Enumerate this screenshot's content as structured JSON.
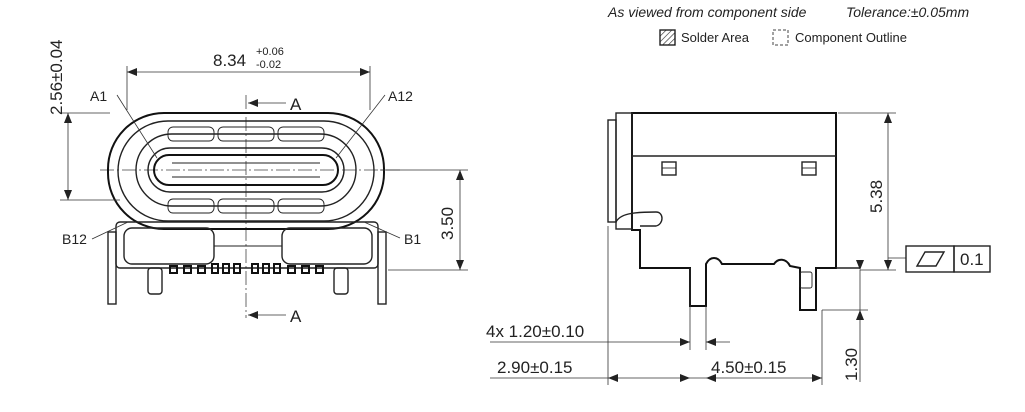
{
  "header": {
    "view_note": "As viewed from component side",
    "tolerance": "Tolerance:±0.05mm"
  },
  "legend": {
    "solder_area": "Solder Area",
    "component_outline": "Component Outline"
  },
  "front_view": {
    "width_dim_main": "8.34",
    "width_tol_upper": "+0.06",
    "width_tol_lower": "-0.02",
    "height_dim": "2.56±0.04",
    "right_height_dim": "3.50",
    "pin_a1": "A1",
    "pin_a12": "A12",
    "pin_b12": "B12",
    "pin_b1": "B1",
    "section_top": "A",
    "section_bottom": "A"
  },
  "side_view": {
    "height_dim": "5.38",
    "flatness_value": "0.1",
    "pin_width_dim": "4x 1.20±0.10",
    "left_offset_dim": "2.90±0.15",
    "right_offset_dim": "4.50±0.15",
    "pin_length_dim": "1.30"
  }
}
